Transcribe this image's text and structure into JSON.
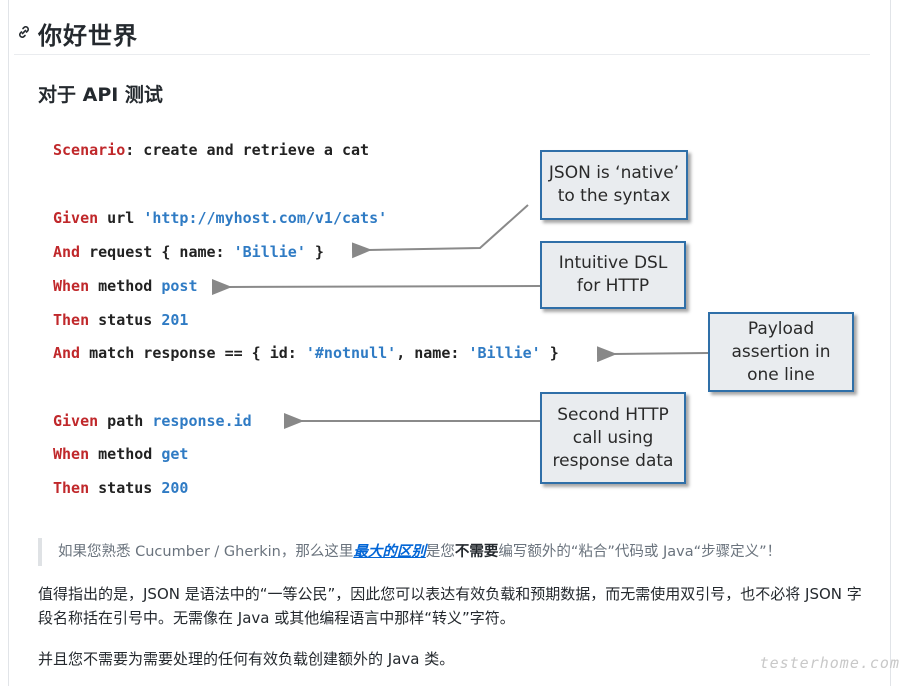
{
  "heading": {
    "title": "你好世界"
  },
  "section": {
    "title": "对于 API 测试"
  },
  "figure": {
    "lines": [
      {
        "kw": "Scenario",
        "rest": ": create and retrieve a cat"
      },
      {
        "kw": "Given",
        "pre": " url ",
        "str": "'http://myhost.com/v1/cats'"
      },
      {
        "kw": "And",
        "pre": " request { name: ",
        "str": "'Billie'",
        "post": " }"
      },
      {
        "kw": "When",
        "pre": " method ",
        "str": "post"
      },
      {
        "kw": "Then",
        "pre": " status ",
        "str": "201"
      },
      {
        "kw": "And",
        "pre": " match response == { id: ",
        "str": "'#notnull'",
        "mid": ", name: ",
        "str2": "'Billie'",
        "post": " }"
      },
      {
        "kw": "Given",
        "pre": " path ",
        "str": "response.id"
      },
      {
        "kw": "When",
        "pre": " method ",
        "str": "get"
      },
      {
        "kw": "Then",
        "pre": " status ",
        "str": "200"
      }
    ],
    "callouts": [
      "JSON is ‘native’\nto the syntax",
      "Intuitive DSL\nfor HTTP",
      "Payload\nassertion in\none line",
      "Second HTTP\ncall using\nresponse data"
    ]
  },
  "quote": {
    "before": "如果您熟悉 Cucumber / Gherkin，那么这里",
    "link": "最大的区别",
    "middle": "是您",
    "bold": "不需要",
    "after": "编写额外的“粘合”代码或 Java“步骤定义”！"
  },
  "paragraphs": [
    "值得指出的是，JSON 是语法中的“一等公民”，因此您可以表达有效负载和预期数据，而无需使用双引号，也不必将 JSON 字段名称括在引号中。无需像在 Java 或其他编程语言中那样“转义”字符。",
    "并且您不需要为需要处理的任何有效负载创建额外的 Java 类。"
  ],
  "watermark": "testerhome.com"
}
